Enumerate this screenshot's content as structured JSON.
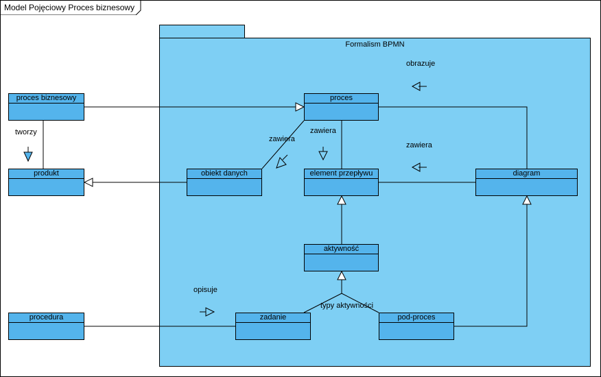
{
  "diagram": {
    "title": "Model Pojęciowy Proces biznesowy",
    "package_name": "Formalism BPMN",
    "colors": {
      "package": "#7ECFF4",
      "class": "#54B4EC",
      "line": "#000000"
    }
  },
  "classes": {
    "proces_biznesowy": "proces biznesowy",
    "produkt": "produkt",
    "procedura": "procedura",
    "proces": "proces",
    "obiekt_danych": "obiekt danych",
    "element_przeplywu": "element przepływu",
    "diagram": "diagram",
    "aktywnosc": "aktywność",
    "zadanie": "zadanie",
    "pod_proces": "pod-proces"
  },
  "labels": {
    "tworzy": "tworzy",
    "obrazuje": "obrazuje",
    "zawiera_1": "zawiera",
    "zawiera_2": "zawiera",
    "zawiera_3": "zawiera",
    "opisuje": "opisuje",
    "typy_aktywnosci": "typy aktywności"
  }
}
